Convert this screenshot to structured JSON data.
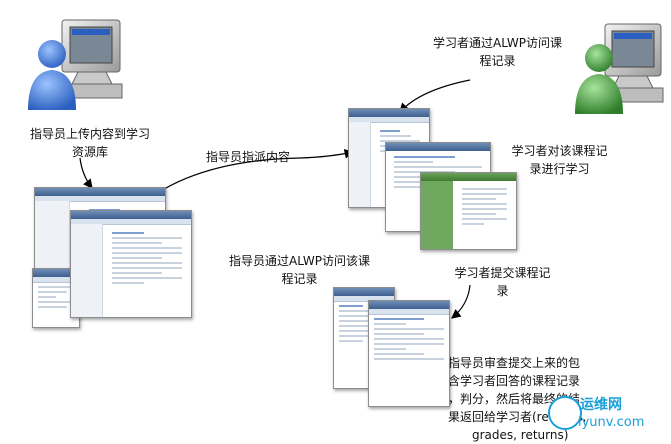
{
  "labels": {
    "upload": [
      "指导员上传内容到学习",
      "资源库"
    ],
    "assign": "指导员指派内容",
    "learner_access": [
      "学习者通过ALWP访问课",
      "程记录"
    ],
    "learner_study": [
      "学习者对该课程记",
      "录进行学习"
    ],
    "instructor_access": [
      "指导员通过ALWP访问该课",
      "程记录"
    ],
    "submit": [
      "学习者提交课程记",
      "录"
    ],
    "review": [
      "指导员审查提交上来的包",
      "含学习者回答的课程记录",
      "，判分，然后将最终的结",
      "果返回给学习者(reviews,",
      "grades, returns)"
    ]
  },
  "watermark": {
    "text_cn": "运维网",
    "text_en": "iyunv.com"
  },
  "colors": {
    "instructor_person": "#3a78d8",
    "learner_person": "#3f9a3a",
    "monitor": "#cfcfcf",
    "arrow": "#000000",
    "watermark": "#1aa0d8"
  }
}
